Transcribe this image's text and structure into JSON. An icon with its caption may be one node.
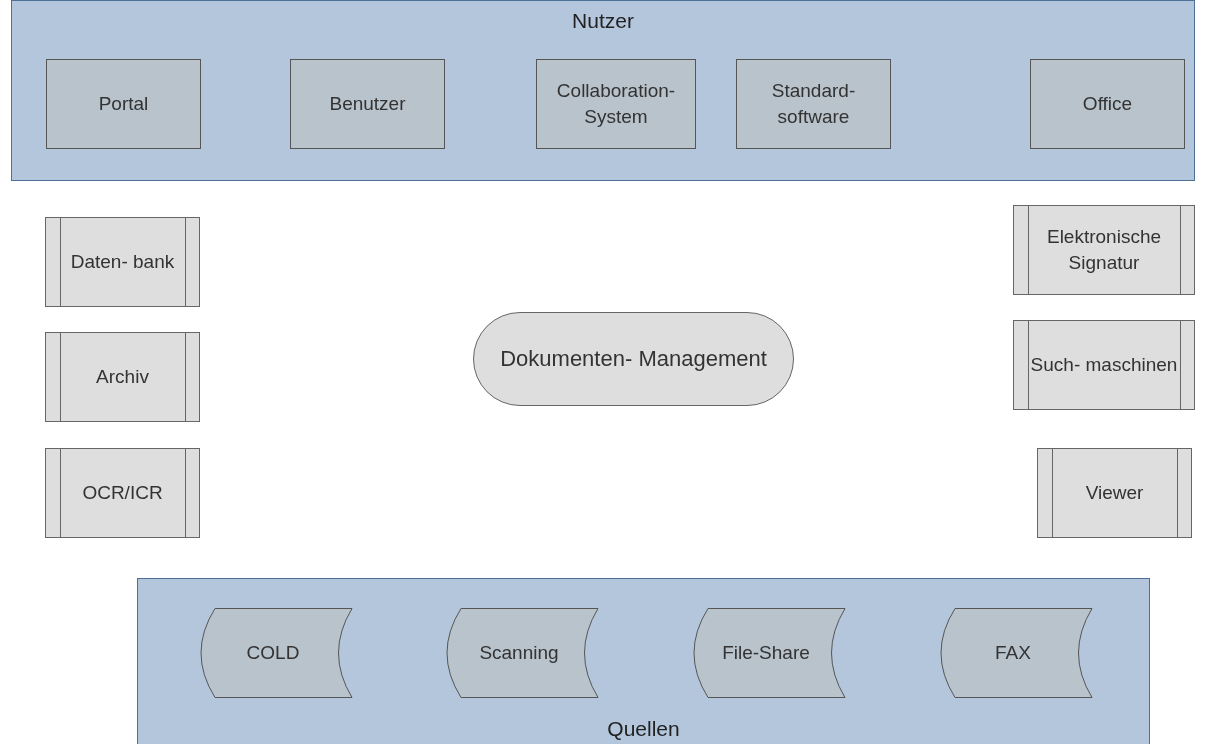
{
  "diagram": {
    "nodes": [
      {
        "text": [
          "Nutzer"
        ]
      },
      {
        "text": [
          "Portal"
        ],
        "in": 0
      },
      {
        "text": [
          "Benutzer"
        ],
        "in": 0
      },
      {
        "text": [
          "Collaboration- System"
        ],
        "in": 0
      },
      {
        "text": [
          "Standard- software"
        ],
        "in": 0
      },
      {
        "text": [
          "Office"
        ],
        "in": 0
      },
      {
        "text": [
          "Daten- bank"
        ]
      },
      {
        "text": [
          "Archiv"
        ]
      },
      {
        "text": [
          "OCR/ICR"
        ]
      },
      {
        "text": [
          "Dokumenten- Management"
        ]
      },
      {
        "text": [
          "Elektronische Signatur"
        ]
      },
      {
        "text": [
          "Such- maschinen"
        ]
      },
      {
        "text": [
          "Viewer"
        ]
      },
      {
        "text": [
          "Quellen"
        ]
      },
      {
        "text": [
          "COLD"
        ],
        "in": 13
      },
      {
        "text": [
          "Scanning"
        ],
        "in": 13
      },
      {
        "text": [
          "File-Share"
        ],
        "in": 13
      },
      {
        "text": [
          "FAX"
        ],
        "in": 13
      }
    ]
  }
}
